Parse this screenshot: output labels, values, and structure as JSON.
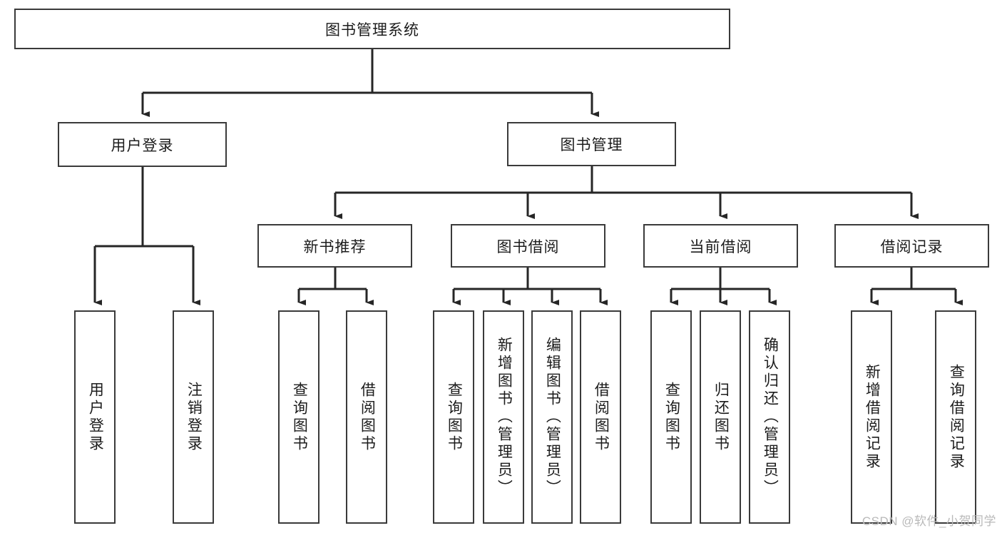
{
  "diagram": {
    "type": "tree-hierarchy",
    "root": {
      "label": "图书管理系统"
    },
    "level2": [
      {
        "label": "用户登录"
      },
      {
        "label": "图书管理"
      }
    ],
    "level3": [
      {
        "label": "新书推荐"
      },
      {
        "label": "图书借阅"
      },
      {
        "label": "当前借阅"
      },
      {
        "label": "借阅记录"
      }
    ],
    "leaves": {
      "user_login": [
        {
          "label": "用户登录"
        },
        {
          "label": "注销登录"
        }
      ],
      "new_book_recommend": [
        {
          "label": "查询图书"
        },
        {
          "label": "借阅图书"
        }
      ],
      "book_borrow": [
        {
          "label": "查询图书"
        },
        {
          "label": "新增图书（管理员）"
        },
        {
          "label": "编辑图书（管理员）"
        },
        {
          "label": "借阅图书"
        }
      ],
      "current_borrow": [
        {
          "label": "查询图书"
        },
        {
          "label": "归还图书"
        },
        {
          "label": "确认归还（管理员）"
        }
      ],
      "borrow_records": [
        {
          "label": "新增借阅记录"
        },
        {
          "label": "查询借阅记录"
        }
      ]
    }
  },
  "watermark": {
    "text": "CSDN @软件_小贺同学"
  },
  "colors": {
    "box_border": "#3a3a3a",
    "box_fill": "#ffffff",
    "connector": "#262626",
    "text": "#1c1c1c",
    "watermark": "#b9b9b9"
  }
}
